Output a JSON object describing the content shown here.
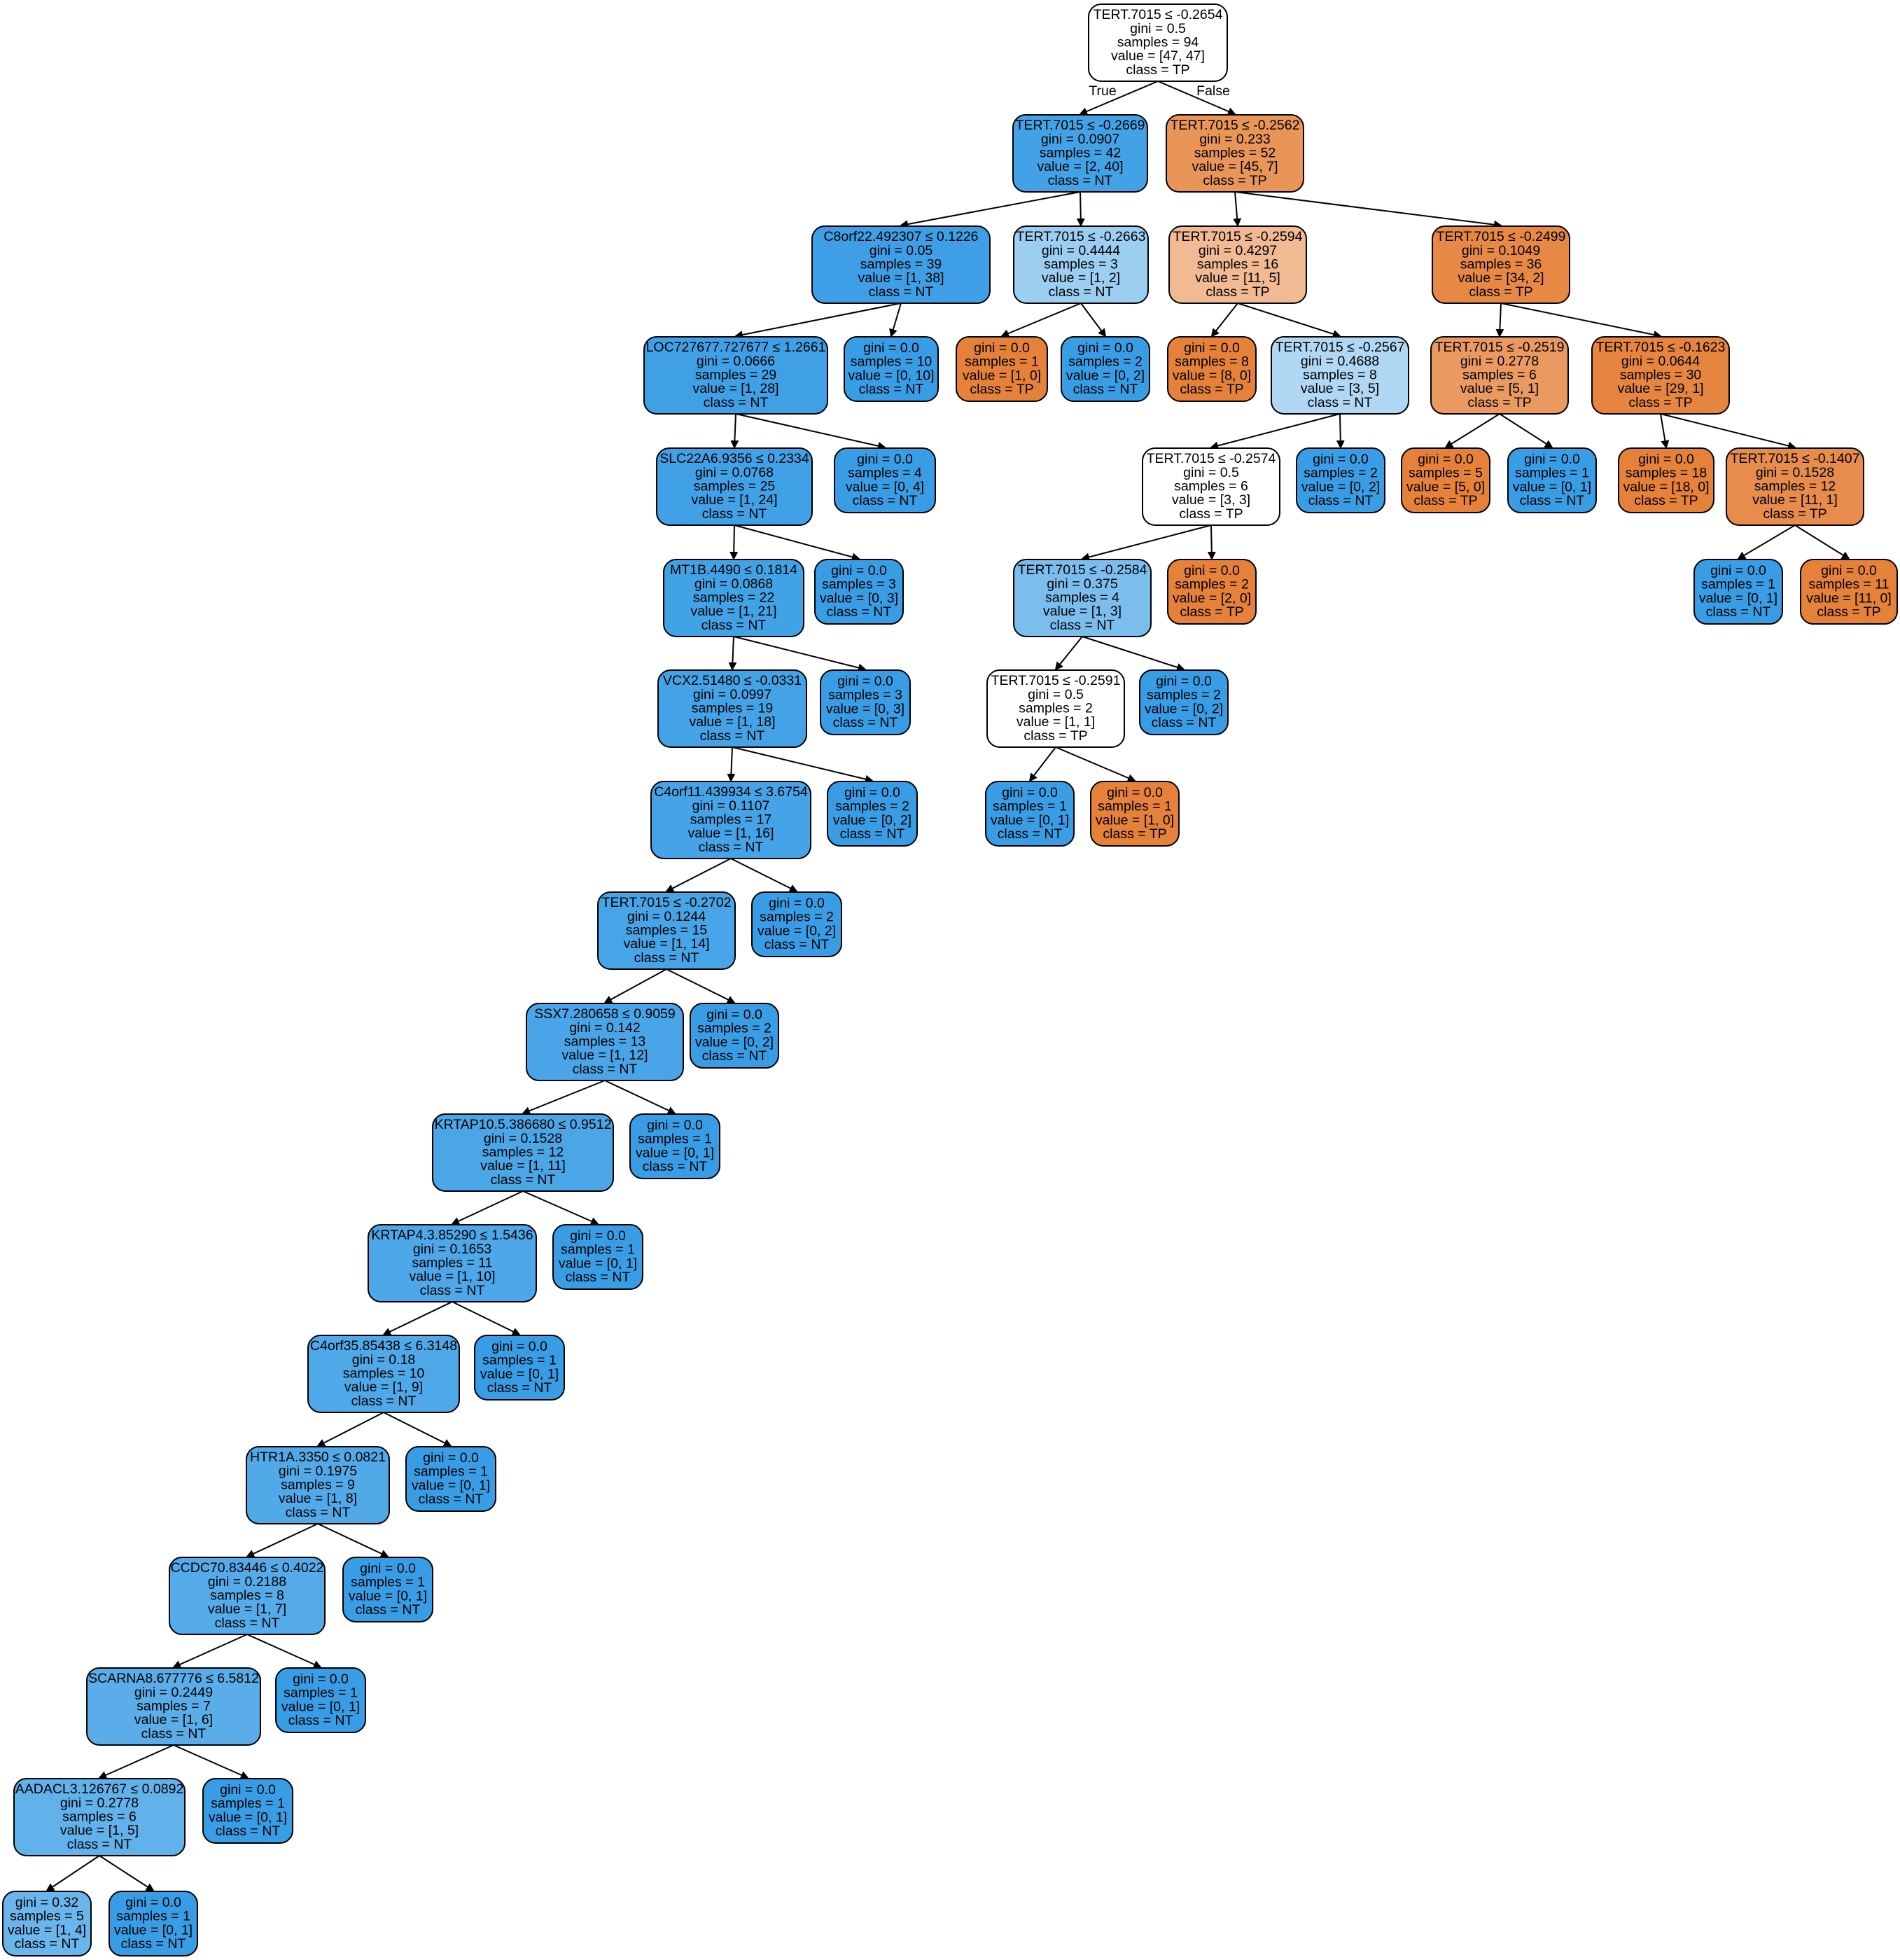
{
  "edge_labels": {
    "true_label": "True",
    "false_label": "False"
  },
  "colors": {
    "blue_class": "#399de5",
    "orange_class": "#e58139",
    "neutral": "#ffffff"
  },
  "nodes": [
    {
      "id": "n0",
      "lines": [
        "TERT.7015 ≤ -0.2654",
        "gini = 0.5",
        "samples = 94",
        "value = [47, 47]",
        "class = TP"
      ],
      "fill": "#ffffff"
    },
    {
      "id": "n1",
      "lines": [
        "TERT.7015 ≤ -0.2669",
        "gini = 0.0907",
        "samples = 42",
        "value = [2, 40]",
        "class = NT"
      ],
      "fill": "#43a2e6"
    },
    {
      "id": "n2",
      "lines": [
        "C8orf22.492307 ≤ 0.1226",
        "gini = 0.05",
        "samples = 39",
        "value = [1, 38]",
        "class = NT"
      ],
      "fill": "#3e9fe6"
    },
    {
      "id": "n3",
      "lines": [
        "LOC727677.727677 ≤ 1.2661",
        "gini = 0.0666",
        "samples = 29",
        "value = [1, 28]",
        "class = NT"
      ],
      "fill": "#40a0e6"
    },
    {
      "id": "n4",
      "lines": [
        "SLC22A6.9356 ≤ 0.2334",
        "gini = 0.0768",
        "samples = 25",
        "value = [1, 24]",
        "class = NT"
      ],
      "fill": "#41a1e6"
    },
    {
      "id": "n5",
      "lines": [
        "MT1B.4490 ≤ 0.1814",
        "gini = 0.0868",
        "samples = 22",
        "value = [1, 21]",
        "class = NT"
      ],
      "fill": "#42a2e6"
    },
    {
      "id": "n6",
      "lines": [
        "VCX2.51480 ≤ -0.0331",
        "gini = 0.0997",
        "samples = 19",
        "value = [1, 18]",
        "class = NT"
      ],
      "fill": "#44a2e6"
    },
    {
      "id": "n7",
      "lines": [
        "C4orf11.439934 ≤ 3.6754",
        "gini = 0.1107",
        "samples = 17",
        "value = [1, 16]",
        "class = NT"
      ],
      "fill": "#45a3e7"
    },
    {
      "id": "n8",
      "lines": [
        "TERT.7015 ≤ -0.2702",
        "gini = 0.1244",
        "samples = 15",
        "value = [1, 14]",
        "class = NT"
      ],
      "fill": "#47a4e7"
    },
    {
      "id": "n9",
      "lines": [
        "SSX7.280658 ≤ 0.9059",
        "gini = 0.142",
        "samples = 13",
        "value = [1, 12]",
        "class = NT"
      ],
      "fill": "#49a5e7"
    },
    {
      "id": "n10",
      "lines": [
        "KRTAP10.5.386680 ≤ 0.9512",
        "gini = 0.1528",
        "samples = 12",
        "value = [1, 11]",
        "class = NT"
      ],
      "fill": "#4ba6e7"
    },
    {
      "id": "n11",
      "lines": [
        "KRTAP4.3.85290 ≤ 1.5436",
        "gini = 0.1653",
        "samples = 11",
        "value = [1, 10]",
        "class = NT"
      ],
      "fill": "#4da7e8"
    },
    {
      "id": "n12",
      "lines": [
        "C4orf35.85438 ≤ 6.3148",
        "gini = 0.18",
        "samples = 10",
        "value = [1, 9]",
        "class = NT"
      ],
      "fill": "#4fa8e8"
    },
    {
      "id": "n13",
      "lines": [
        "HTR1A.3350 ≤ 0.0821",
        "gini = 0.1975",
        "samples = 9",
        "value = [1, 8]",
        "class = NT"
      ],
      "fill": "#52a9e8"
    },
    {
      "id": "n14",
      "lines": [
        "CCDC70.83446 ≤ 0.4022",
        "gini = 0.2188",
        "samples = 8",
        "value = [1, 7]",
        "class = NT"
      ],
      "fill": "#55abe9"
    },
    {
      "id": "n15",
      "lines": [
        "SCARNA8.677776 ≤ 6.5812",
        "gini = 0.2449",
        "samples = 7",
        "value = [1, 6]",
        "class = NT"
      ],
      "fill": "#5aade9"
    },
    {
      "id": "n16",
      "lines": [
        "AADACL3.126767 ≤ 0.0892",
        "gini = 0.2778",
        "samples = 6",
        "value = [1, 5]",
        "class = NT"
      ],
      "fill": "#61b1ea"
    },
    {
      "id": "n17",
      "lines": [
        "gini = 0.32",
        "samples = 5",
        "value = [1, 4]",
        "class = NT"
      ],
      "fill": "#6ab6ec"
    },
    {
      "id": "n18",
      "lines": [
        "gini = 0.0",
        "samples = 1",
        "value = [0, 1]",
        "class = NT"
      ],
      "fill": "#399de5"
    },
    {
      "id": "n19",
      "lines": [
        "gini = 0.0",
        "samples = 1",
        "value = [0, 1]",
        "class = NT"
      ],
      "fill": "#399de5"
    },
    {
      "id": "n20",
      "lines": [
        "gini = 0.0",
        "samples = 1",
        "value = [0, 1]",
        "class = NT"
      ],
      "fill": "#399de5"
    },
    {
      "id": "n21",
      "lines": [
        "gini = 0.0",
        "samples = 1",
        "value = [0, 1]",
        "class = NT"
      ],
      "fill": "#399de5"
    },
    {
      "id": "n22",
      "lines": [
        "gini = 0.0",
        "samples = 1",
        "value = [0, 1]",
        "class = NT"
      ],
      "fill": "#399de5"
    },
    {
      "id": "n23",
      "lines": [
        "gini = 0.0",
        "samples = 1",
        "value = [0, 1]",
        "class = NT"
      ],
      "fill": "#399de5"
    },
    {
      "id": "n24",
      "lines": [
        "gini = 0.0",
        "samples = 1",
        "value = [0, 1]",
        "class = NT"
      ],
      "fill": "#399de5"
    },
    {
      "id": "n25",
      "lines": [
        "gini = 0.0",
        "samples = 2",
        "value = [0, 2]",
        "class = NT"
      ],
      "fill": "#399de5"
    },
    {
      "id": "n26",
      "lines": [
        "gini = 0.0",
        "samples = 2",
        "value = [0, 2]",
        "class = NT"
      ],
      "fill": "#399de5"
    },
    {
      "id": "n27",
      "lines": [
        "gini = 0.0",
        "samples = 2",
        "value = [0, 2]",
        "class = NT"
      ],
      "fill": "#399de5"
    },
    {
      "id": "n28",
      "lines": [
        "gini = 0.0",
        "samples = 3",
        "value = [0, 3]",
        "class = NT"
      ],
      "fill": "#399de5"
    },
    {
      "id": "n29",
      "lines": [
        "gini = 0.0",
        "samples = 3",
        "value = [0, 3]",
        "class = NT"
      ],
      "fill": "#399de5"
    },
    {
      "id": "n30",
      "lines": [
        "gini = 0.0",
        "samples = 4",
        "value = [0, 4]",
        "class = NT"
      ],
      "fill": "#399de5"
    },
    {
      "id": "n31",
      "lines": [
        "gini = 0.0",
        "samples = 10",
        "value = [0, 10]",
        "class = NT"
      ],
      "fill": "#399de5"
    },
    {
      "id": "n32",
      "lines": [
        "TERT.7015 ≤ -0.2663",
        "gini = 0.4444",
        "samples = 3",
        "value = [1, 2]",
        "class = NT"
      ],
      "fill": "#9ccef2"
    },
    {
      "id": "n33",
      "lines": [
        "gini = 0.0",
        "samples = 1",
        "value = [1, 0]",
        "class = TP"
      ],
      "fill": "#e58139"
    },
    {
      "id": "n34",
      "lines": [
        "gini = 0.0",
        "samples = 2",
        "value = [0, 2]",
        "class = NT"
      ],
      "fill": "#399de5"
    },
    {
      "id": "n35",
      "lines": [
        "TERT.7015 ≤ -0.2562",
        "gini = 0.233",
        "samples = 52",
        "value = [45, 7]",
        "class = TP"
      ],
      "fill": "#e99558"
    },
    {
      "id": "n36",
      "lines": [
        "TERT.7015 ≤ -0.2594",
        "gini = 0.4297",
        "samples = 16",
        "value = [11, 5]",
        "class = TP"
      ],
      "fill": "#f1ba93"
    },
    {
      "id": "n37",
      "lines": [
        "gini = 0.0",
        "samples = 8",
        "value = [8, 0]",
        "class = TP"
      ],
      "fill": "#e58139"
    },
    {
      "id": "n38",
      "lines": [
        "TERT.7015 ≤ -0.2567",
        "gini = 0.4688",
        "samples = 8",
        "value = [3, 5]",
        "class = NT"
      ],
      "fill": "#b0d8f5"
    },
    {
      "id": "n39",
      "lines": [
        "TERT.7015 ≤ -0.2574",
        "gini = 0.5",
        "samples = 6",
        "value = [3, 3]",
        "class = TP"
      ],
      "fill": "#ffffff"
    },
    {
      "id": "n40",
      "lines": [
        "TERT.7015 ≤ -0.2584",
        "gini = 0.375",
        "samples = 4",
        "value = [1, 3]",
        "class = NT"
      ],
      "fill": "#7bbeee"
    },
    {
      "id": "n41",
      "lines": [
        "TERT.7015 ≤ -0.2591",
        "gini = 0.5",
        "samples = 2",
        "value = [1, 1]",
        "class = TP"
      ],
      "fill": "#ffffff"
    },
    {
      "id": "n42",
      "lines": [
        "gini = 0.0",
        "samples = 1",
        "value = [0, 1]",
        "class = NT"
      ],
      "fill": "#399de5"
    },
    {
      "id": "n43",
      "lines": [
        "gini = 0.0",
        "samples = 1",
        "value = [1, 0]",
        "class = TP"
      ],
      "fill": "#e58139"
    },
    {
      "id": "n44",
      "lines": [
        "gini = 0.0",
        "samples = 2",
        "value = [0, 2]",
        "class = NT"
      ],
      "fill": "#399de5"
    },
    {
      "id": "n45",
      "lines": [
        "gini = 0.0",
        "samples = 2",
        "value = [2, 0]",
        "class = TP"
      ],
      "fill": "#e58139"
    },
    {
      "id": "n46",
      "lines": [
        "gini = 0.0",
        "samples = 2",
        "value = [0, 2]",
        "class = NT"
      ],
      "fill": "#399de5"
    },
    {
      "id": "n47",
      "lines": [
        "TERT.7015 ≤ -0.2499",
        "gini = 0.1049",
        "samples = 36",
        "value = [34, 2]",
        "class = TP"
      ],
      "fill": "#e78845"
    },
    {
      "id": "n48",
      "lines": [
        "TERT.7015 ≤ -0.2519",
        "gini = 0.2778",
        "samples = 6",
        "value = [5, 1]",
        "class = TP"
      ],
      "fill": "#ea9a61"
    },
    {
      "id": "n49",
      "lines": [
        "gini = 0.0",
        "samples = 5",
        "value = [5, 0]",
        "class = TP"
      ],
      "fill": "#e58139"
    },
    {
      "id": "n50",
      "lines": [
        "gini = 0.0",
        "samples = 1",
        "value = [0, 1]",
        "class = NT"
      ],
      "fill": "#399de5"
    },
    {
      "id": "n51",
      "lines": [
        "TERT.7015 ≤ -0.1623",
        "gini = 0.0644",
        "samples = 30",
        "value = [29, 1]",
        "class = TP"
      ],
      "fill": "#e68540"
    },
    {
      "id": "n52",
      "lines": [
        "gini = 0.0",
        "samples = 18",
        "value = [18, 0]",
        "class = TP"
      ],
      "fill": "#e58139"
    },
    {
      "id": "n53",
      "lines": [
        "TERT.7015 ≤ -0.1407",
        "gini = 0.1528",
        "samples = 12",
        "value = [11, 1]",
        "class = TP"
      ],
      "fill": "#e78c4b"
    },
    {
      "id": "n54",
      "lines": [
        "gini = 0.0",
        "samples = 1",
        "value = [0, 1]",
        "class = NT"
      ],
      "fill": "#399de5"
    },
    {
      "id": "n55",
      "lines": [
        "gini = 0.0",
        "samples = 11",
        "value = [11, 0]",
        "class = TP"
      ],
      "fill": "#e58139"
    }
  ],
  "edges": [
    [
      "n0",
      "n1"
    ],
    [
      "n0",
      "n35"
    ],
    [
      "n1",
      "n2"
    ],
    [
      "n1",
      "n32"
    ],
    [
      "n2",
      "n3"
    ],
    [
      "n2",
      "n31"
    ],
    [
      "n3",
      "n4"
    ],
    [
      "n3",
      "n30"
    ],
    [
      "n4",
      "n5"
    ],
    [
      "n4",
      "n29"
    ],
    [
      "n5",
      "n6"
    ],
    [
      "n5",
      "n28"
    ],
    [
      "n6",
      "n7"
    ],
    [
      "n6",
      "n27"
    ],
    [
      "n7",
      "n8"
    ],
    [
      "n7",
      "n26"
    ],
    [
      "n8",
      "n9"
    ],
    [
      "n8",
      "n25"
    ],
    [
      "n9",
      "n10"
    ],
    [
      "n9",
      "n24"
    ],
    [
      "n10",
      "n11"
    ],
    [
      "n10",
      "n23"
    ],
    [
      "n11",
      "n12"
    ],
    [
      "n11",
      "n22"
    ],
    [
      "n12",
      "n13"
    ],
    [
      "n12",
      "n21"
    ],
    [
      "n13",
      "n14"
    ],
    [
      "n13",
      "n20"
    ],
    [
      "n14",
      "n15"
    ],
    [
      "n14",
      "n19"
    ],
    [
      "n15",
      "n16"
    ],
    [
      "n15",
      "n18"
    ],
    [
      "n16",
      "n17"
    ],
    [
      "n16",
      "n18b"
    ],
    [
      "n32",
      "n33"
    ],
    [
      "n32",
      "n34"
    ],
    [
      "n35",
      "n36"
    ],
    [
      "n35",
      "n47"
    ],
    [
      "n36",
      "n37"
    ],
    [
      "n36",
      "n38"
    ],
    [
      "n38",
      "n39"
    ],
    [
      "n38",
      "n46"
    ],
    [
      "n39",
      "n40"
    ],
    [
      "n39",
      "n45"
    ],
    [
      "n40",
      "n41"
    ],
    [
      "n40",
      "n44"
    ],
    [
      "n41",
      "n42"
    ],
    [
      "n41",
      "n43"
    ],
    [
      "n47",
      "n48"
    ],
    [
      "n47",
      "n51"
    ],
    [
      "n48",
      "n49"
    ],
    [
      "n48",
      "n50"
    ],
    [
      "n51",
      "n52"
    ],
    [
      "n51",
      "n53"
    ],
    [
      "n53",
      "n54"
    ],
    [
      "n53",
      "n55"
    ]
  ],
  "extra_nodes": [
    {
      "id": "n18b",
      "lines": [
        "gini = 0.0",
        "samples = 1",
        "value = [0, 1]",
        "class = NT"
      ],
      "fill": "#399de5"
    }
  ]
}
